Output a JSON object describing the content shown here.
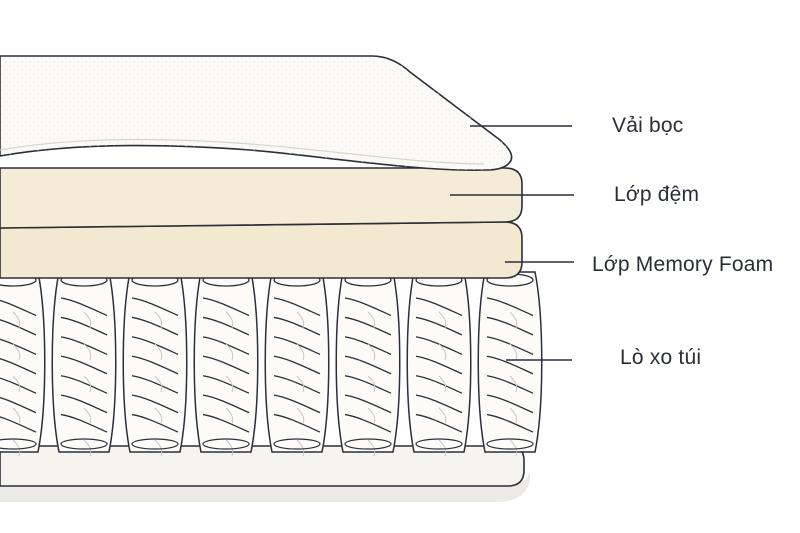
{
  "diagram": {
    "layers": [
      {
        "id": "cover",
        "label": "Vải bọc"
      },
      {
        "id": "comfort",
        "label": "Lớp đệm"
      },
      {
        "id": "memory",
        "label": "Lớp Memory Foam"
      },
      {
        "id": "springs",
        "label": "Lò xo túi"
      }
    ],
    "spring_count_visible": 8
  },
  "colors": {
    "outline": "#2b2f3a",
    "cover_fill": "#fbfaf6",
    "comfort_fill": "#f4ecd6",
    "memory_fill": "#f3e9d0",
    "spring_fill": "#fcfbf8",
    "base_fill": "#f6f4ef",
    "shadow": "#e7e6e2"
  }
}
